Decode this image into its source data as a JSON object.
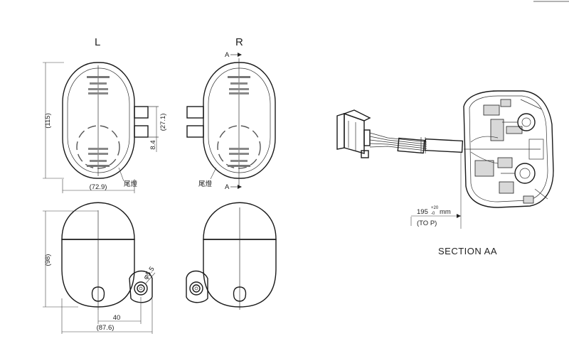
{
  "views": {
    "left_label": "L",
    "right_label": "R",
    "section_mark": "A"
  },
  "dimensions": {
    "height_top": "(115)",
    "width_top": "(72.9)",
    "bracket_height": "(27.1)",
    "bracket_gap": "8.4",
    "height_front": "(98)",
    "hole": "φ5.5",
    "offset": "40",
    "width_front": "(87.6)",
    "wire_length": "195",
    "wire_tol_plus": "+20",
    "wire_tol_minus": "-0",
    "wire_unit": "mm",
    "wire_to": "(TO P)"
  },
  "labels": {
    "tail_lamp_left": "尾燈",
    "tail_lamp_right": "尾燈",
    "section_title": "SECTION AA"
  }
}
